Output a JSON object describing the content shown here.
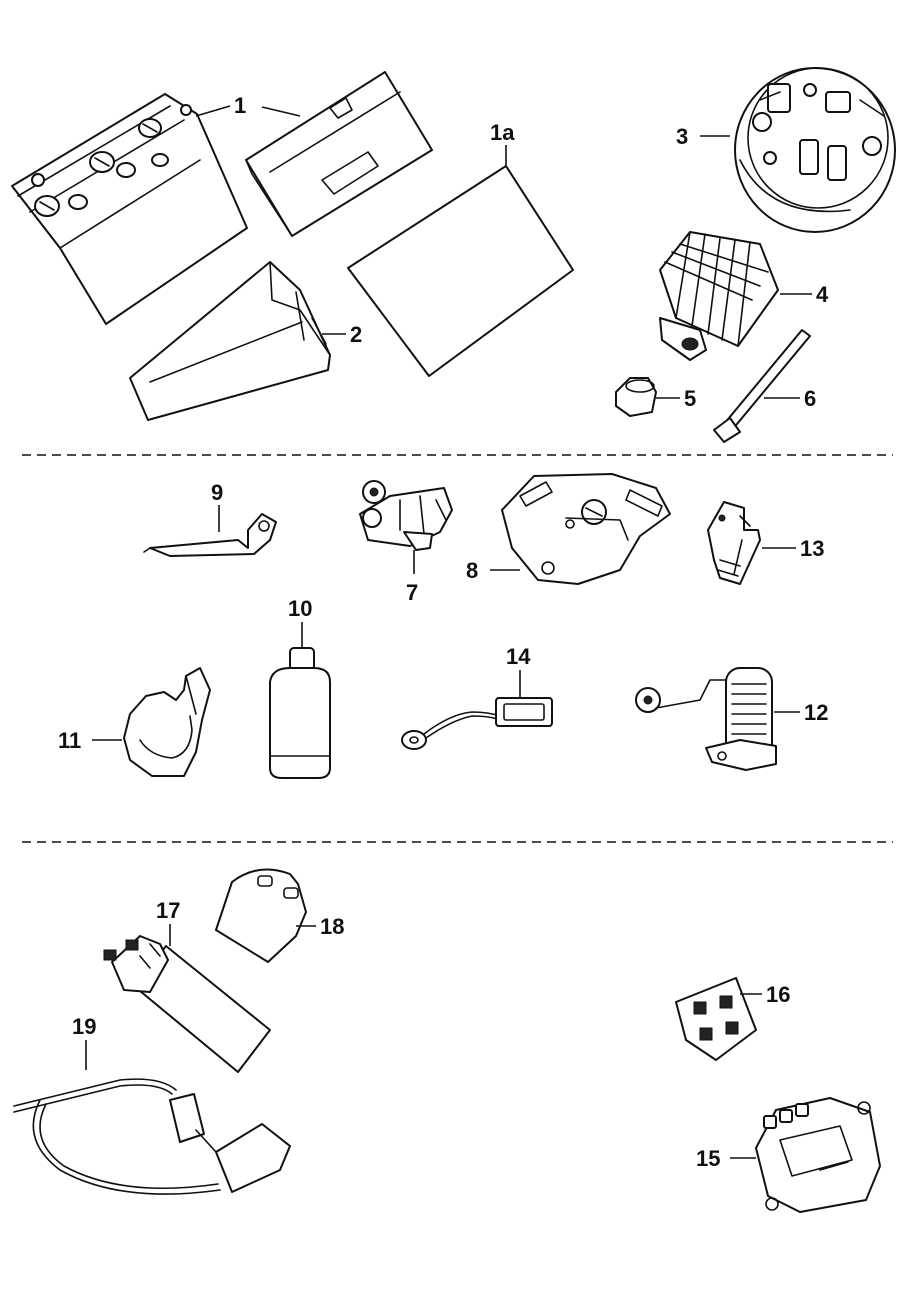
{
  "callouts": {
    "p1": "1",
    "p1a": "1a",
    "p2": "2",
    "p3": "3",
    "p4": "4",
    "p5": "5",
    "p6": "6",
    "p7": "7",
    "p8": "8",
    "p9": "9",
    "p10": "10",
    "p11": "11",
    "p12": "12",
    "p13": "13",
    "p14": "14",
    "p15": "15",
    "p16": "16",
    "p17": "17",
    "p18": "18",
    "p19": "19"
  },
  "colors": {
    "ink": "#111111",
    "paper": "#ffffff"
  }
}
